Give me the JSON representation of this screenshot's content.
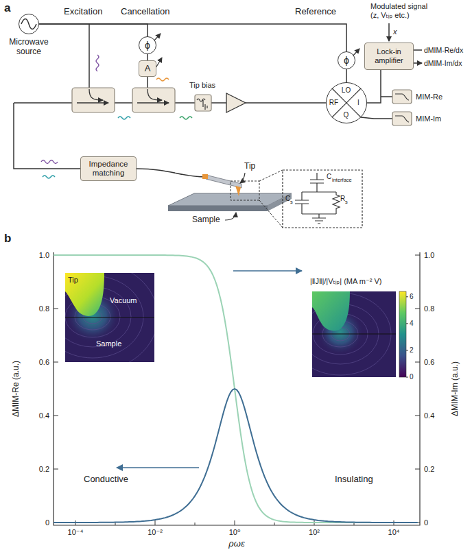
{
  "diagram": {
    "nodes": [
      {
        "text": [
          "Microwave source"
        ]
      },
      {
        "text": [
          "ϕ"
        ]
      },
      {
        "text": [
          "A"
        ]
      },
      {
        "text": [
          "ϕ"
        ]
      },
      {
        "text": [
          "Lock-in amplifier"
        ]
      },
      {
        "text": [
          "LO",
          "RF",
          "I",
          "Q"
        ]
      },
      {
        "text": [
          "Impedance matching"
        ]
      }
    ],
    "edges": [
      {
        "from": 0,
        "to": 1,
        "arrow": "none"
      },
      {
        "from": 0,
        "to": 3,
        "arrow": "none"
      },
      {
        "from": 1,
        "to": 2,
        "arrow": "none"
      },
      {
        "from": 3,
        "to": 5,
        "arrow": "none"
      },
      {
        "from": 5,
        "to": 4,
        "arrow": "none"
      }
    ],
    "labels": [
      "a",
      "Excitation",
      "Cancellation",
      "Reference",
      "Modulated signal (z, Vₜᵢₚ etc.)",
      "x",
      "dMIM-Re/dx",
      "dMIM-Im/dx",
      "Tip bias",
      "MIM-Re",
      "MIM-Im",
      "Tip",
      "Sample",
      "C",
      "interface",
      "C",
      "s",
      "R",
      "s",
      "b",
      "ΔMIM-Re (a.u.)",
      "ΔMIM-Im (a.u.)",
      "1.0",
      "0.8",
      "0.6",
      "0.4",
      "0.2",
      "0",
      "1.0",
      "0.8",
      "0.6",
      "0.4",
      "0.2",
      "0",
      "10⁻⁴",
      "10⁻²",
      "10⁰",
      "10²",
      "10⁴",
      "Tip",
      "Vacuum",
      "Sample",
      "|‖J‖|/|Vₜᵢₚ| (MA m⁻² V)",
      "6",
      "4",
      "2",
      "0",
      "Conductive",
      "Insulating",
      "ρωε"
    ]
  }
}
